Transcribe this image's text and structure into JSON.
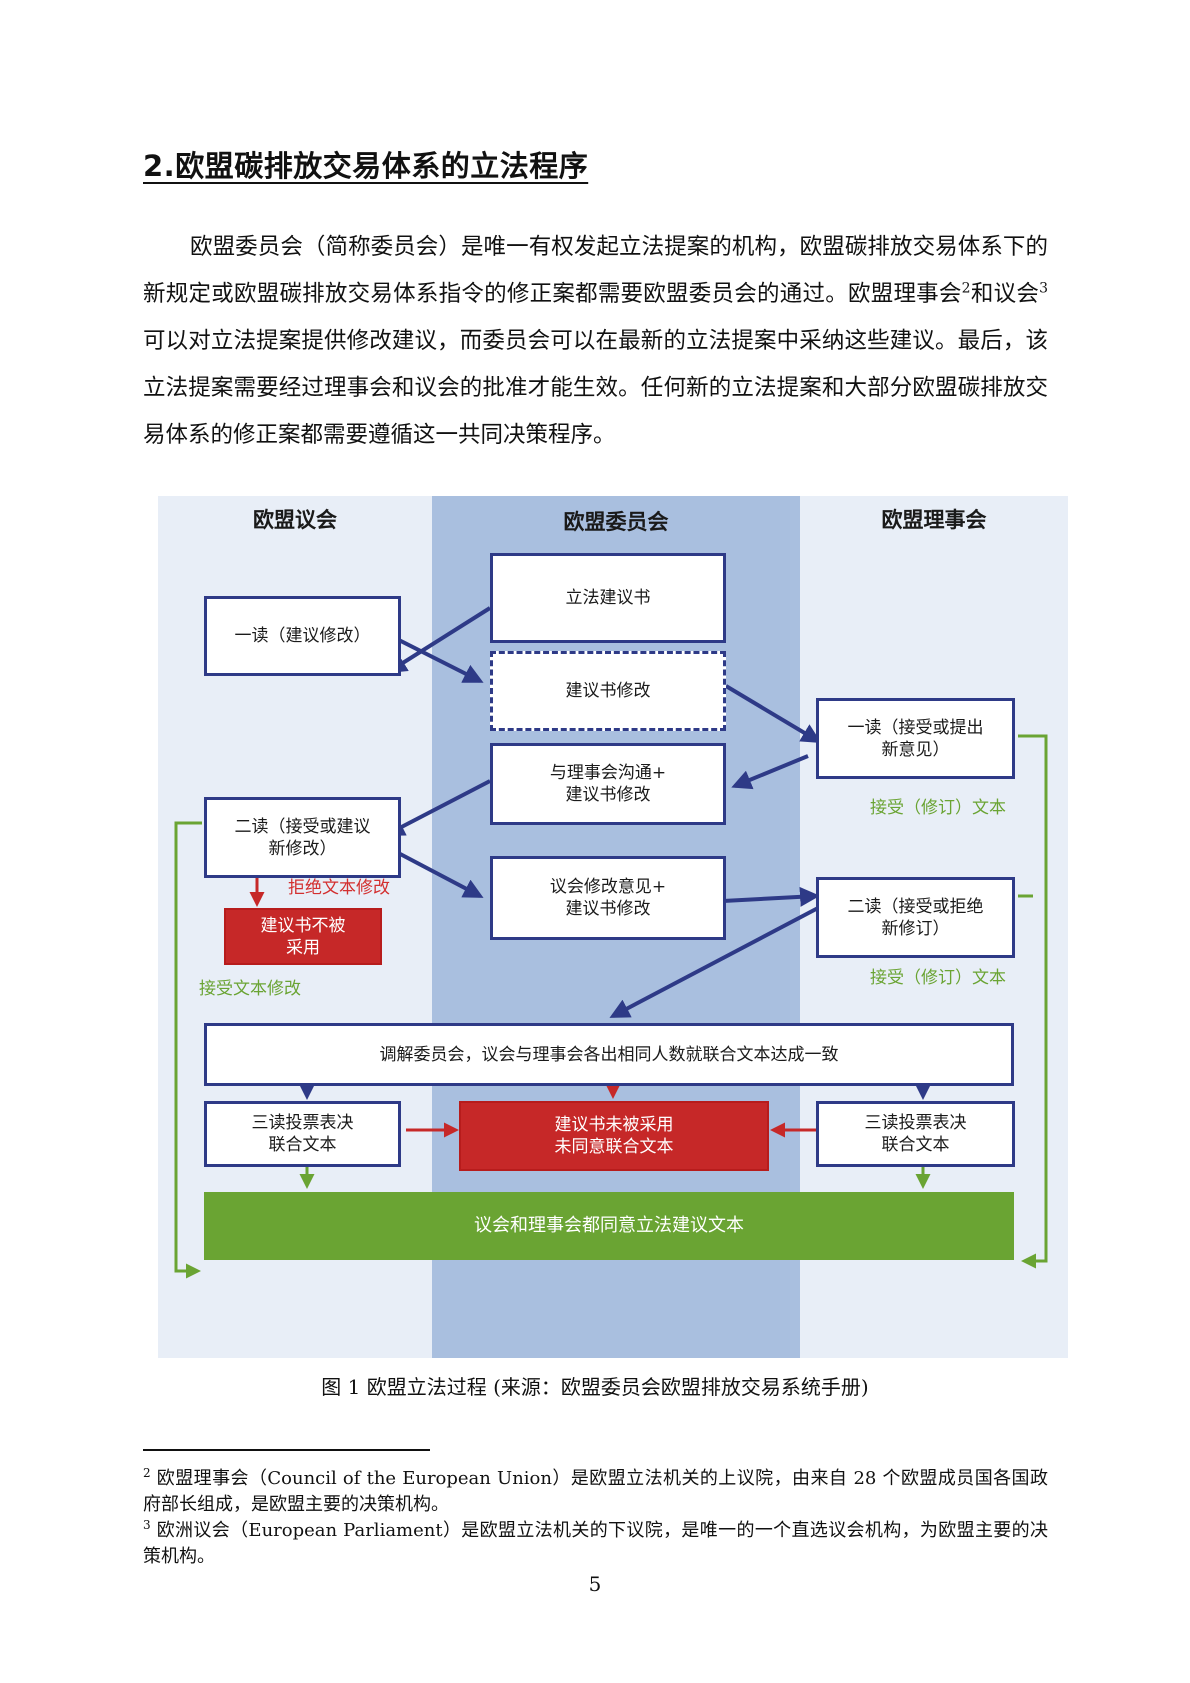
{
  "section": {
    "title": "2.欧盟碳排放交易体系的立法程序"
  },
  "body": {
    "paragraph_part1": "欧盟委员会（简称委员会）是唯一有权发起立法提案的机构，欧盟碳排放交易体系下的新规定或欧盟碳排放交易体系指令的修正案都需要欧盟委员会的通过。欧盟理事会",
    "paragraph_sup1": "2",
    "paragraph_part2": "和议会",
    "paragraph_sup2": "3",
    "paragraph_part3": "可以对立法提案提供修改建议，而委员会可以在最新的立法提案中采纳这些建议。最后，该立法提案需要经过理事会和议会的批准才能生效。任何新的立法提案和大部分欧盟碳排放交易体系的修正案都需要遵循这一共同决策程序。"
  },
  "figure": {
    "lanes": {
      "parliament": "欧盟议会",
      "commission": "欧盟委员会",
      "council": "欧盟理事会"
    },
    "boxes": {
      "proposal": "立法建议书",
      "ep_first_reading": "一读（建议修改）",
      "proposal_amend": "建议书修改",
      "council_first_reading": "一读（接受或提出\n新意见）",
      "communicate_council": "与理事会沟通+\n建议书修改",
      "ep_second_reading": "二读（接受或建议\n新修改）",
      "ep_amend_opinion": "议会修改意见+\n建议书修改",
      "council_second_reading": "二读（接受或拒绝\n新修订）",
      "not_adopted": "建议书不被\n采用",
      "conciliation": "调解委员会，议会与理事会各出相同人数就联合文本达成一致",
      "ep_third_reading": "三读投票表决\n联合文本",
      "not_adopted_joint": "建议书未被采用\n未同意联合文本",
      "council_third_reading": "三读投票表决\n联合文本",
      "both_agree": "议会和理事会都同意立法建议文本"
    },
    "labels": {
      "reject_amend": "拒绝文本修改",
      "accept_text_amend": "接受文本修改",
      "accept_revised_1": "接受（修订）文本",
      "accept_revised_2": "接受（修订）文本"
    },
    "colors": {
      "lane_side": "#e8eef7",
      "lane_middle": "#a9bfdf",
      "box_border": "#2e3a87",
      "arrow_blue": "#2e3a87",
      "arrow_red": "#c62828",
      "green": "#6aa433"
    }
  },
  "caption": "图 1 欧盟立法过程 (来源：欧盟委员会欧盟排放交易系统手册)",
  "footnotes": [
    {
      "mark": "2",
      "text": " 欧盟理事会（Council of the European Union）是欧盟立法机关的上议院，由来自 28 个欧盟成员国各国政府部长组成，是欧盟主要的决策机构。"
    },
    {
      "mark": "3",
      "text": " 欧洲议会（European Parliament）是欧盟立法机关的下议院，是唯一的一个直选议会机构，为欧盟主要的决策机构。"
    }
  ],
  "page_number": "5"
}
